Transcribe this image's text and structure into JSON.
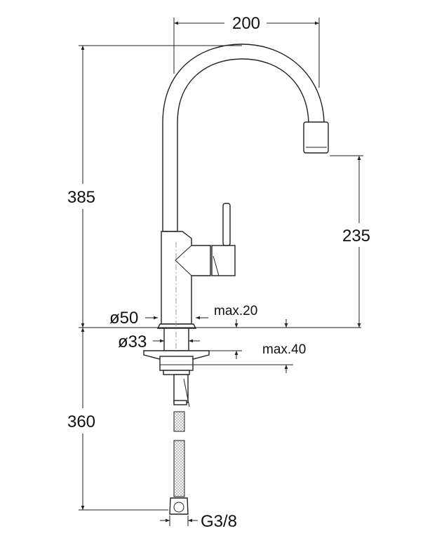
{
  "title": "Kitchen faucet dimension drawing",
  "dimensions": {
    "spout_reach": "200",
    "total_height": "385",
    "spout_height": "235",
    "hose_length": "360",
    "base_diameter": "ø50",
    "shank_diameter": "ø33",
    "max_top_thickness": "max.20",
    "max_counter_thickness": "max.40",
    "connection": "G3/8"
  },
  "colors": {
    "line": "#222222",
    "background": "#ffffff"
  }
}
